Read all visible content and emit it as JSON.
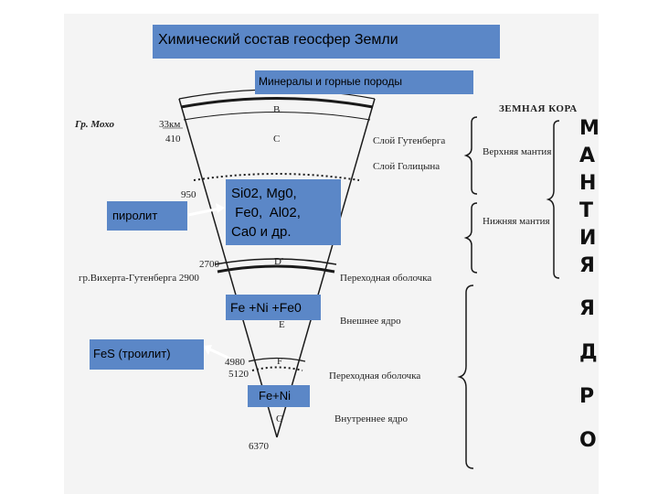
{
  "title": "Химический состав геосфер Земли",
  "minerals_box": "Минералы и горные породы",
  "pyrolite_box": "пиролит",
  "oxides_box": [
    "Si02, Mg0,",
    " Fe0,  Al02,",
    "Ca0 и др."
  ],
  "fe_ni_feo_box": "Fe +Ni +Fe0",
  "fes_box": "FeS (троилит)",
  "fe_ni_box": "Fe+Ni",
  "left_labels": {
    "moho": "Гр. Мохо",
    "depth_33": "33км",
    "depth_410": "410",
    "depth_950": "950",
    "depth_2700": "2700",
    "wiechert": "гр.Вихерта-Гутенберга 2900",
    "depth_4980": "4980",
    "depth_5120": "5120",
    "depth_6370": "6370"
  },
  "layer_letters": {
    "b": "B",
    "c": "C",
    "d": "D'",
    "e": "E",
    "f": "F",
    "g": "G"
  },
  "right_labels": {
    "gutenberg_layer": "Слой Гутенберга",
    "golitsyn_layer": "Слой Голицына",
    "transition_shell_1": "Переходная оболочка",
    "outer_core": "Внешнее ядро",
    "transition_shell_2": "Переходная оболочка",
    "inner_core": "Внутреннее ядро"
  },
  "bracket_labels": {
    "crust": "ЗЕМНАЯ КОРА",
    "upper_mantle": "Верхняя мантия",
    "lower_mantle": "Нижняя мантия"
  },
  "vertical_words": {
    "mantle": [
      "М",
      "А",
      "Н",
      "Т",
      "И",
      "Я"
    ],
    "core": [
      "Я",
      "Д",
      "Р",
      "О"
    ]
  },
  "colors": {
    "box_blue": "#5b87c7",
    "line": "#1a1a1a"
  }
}
